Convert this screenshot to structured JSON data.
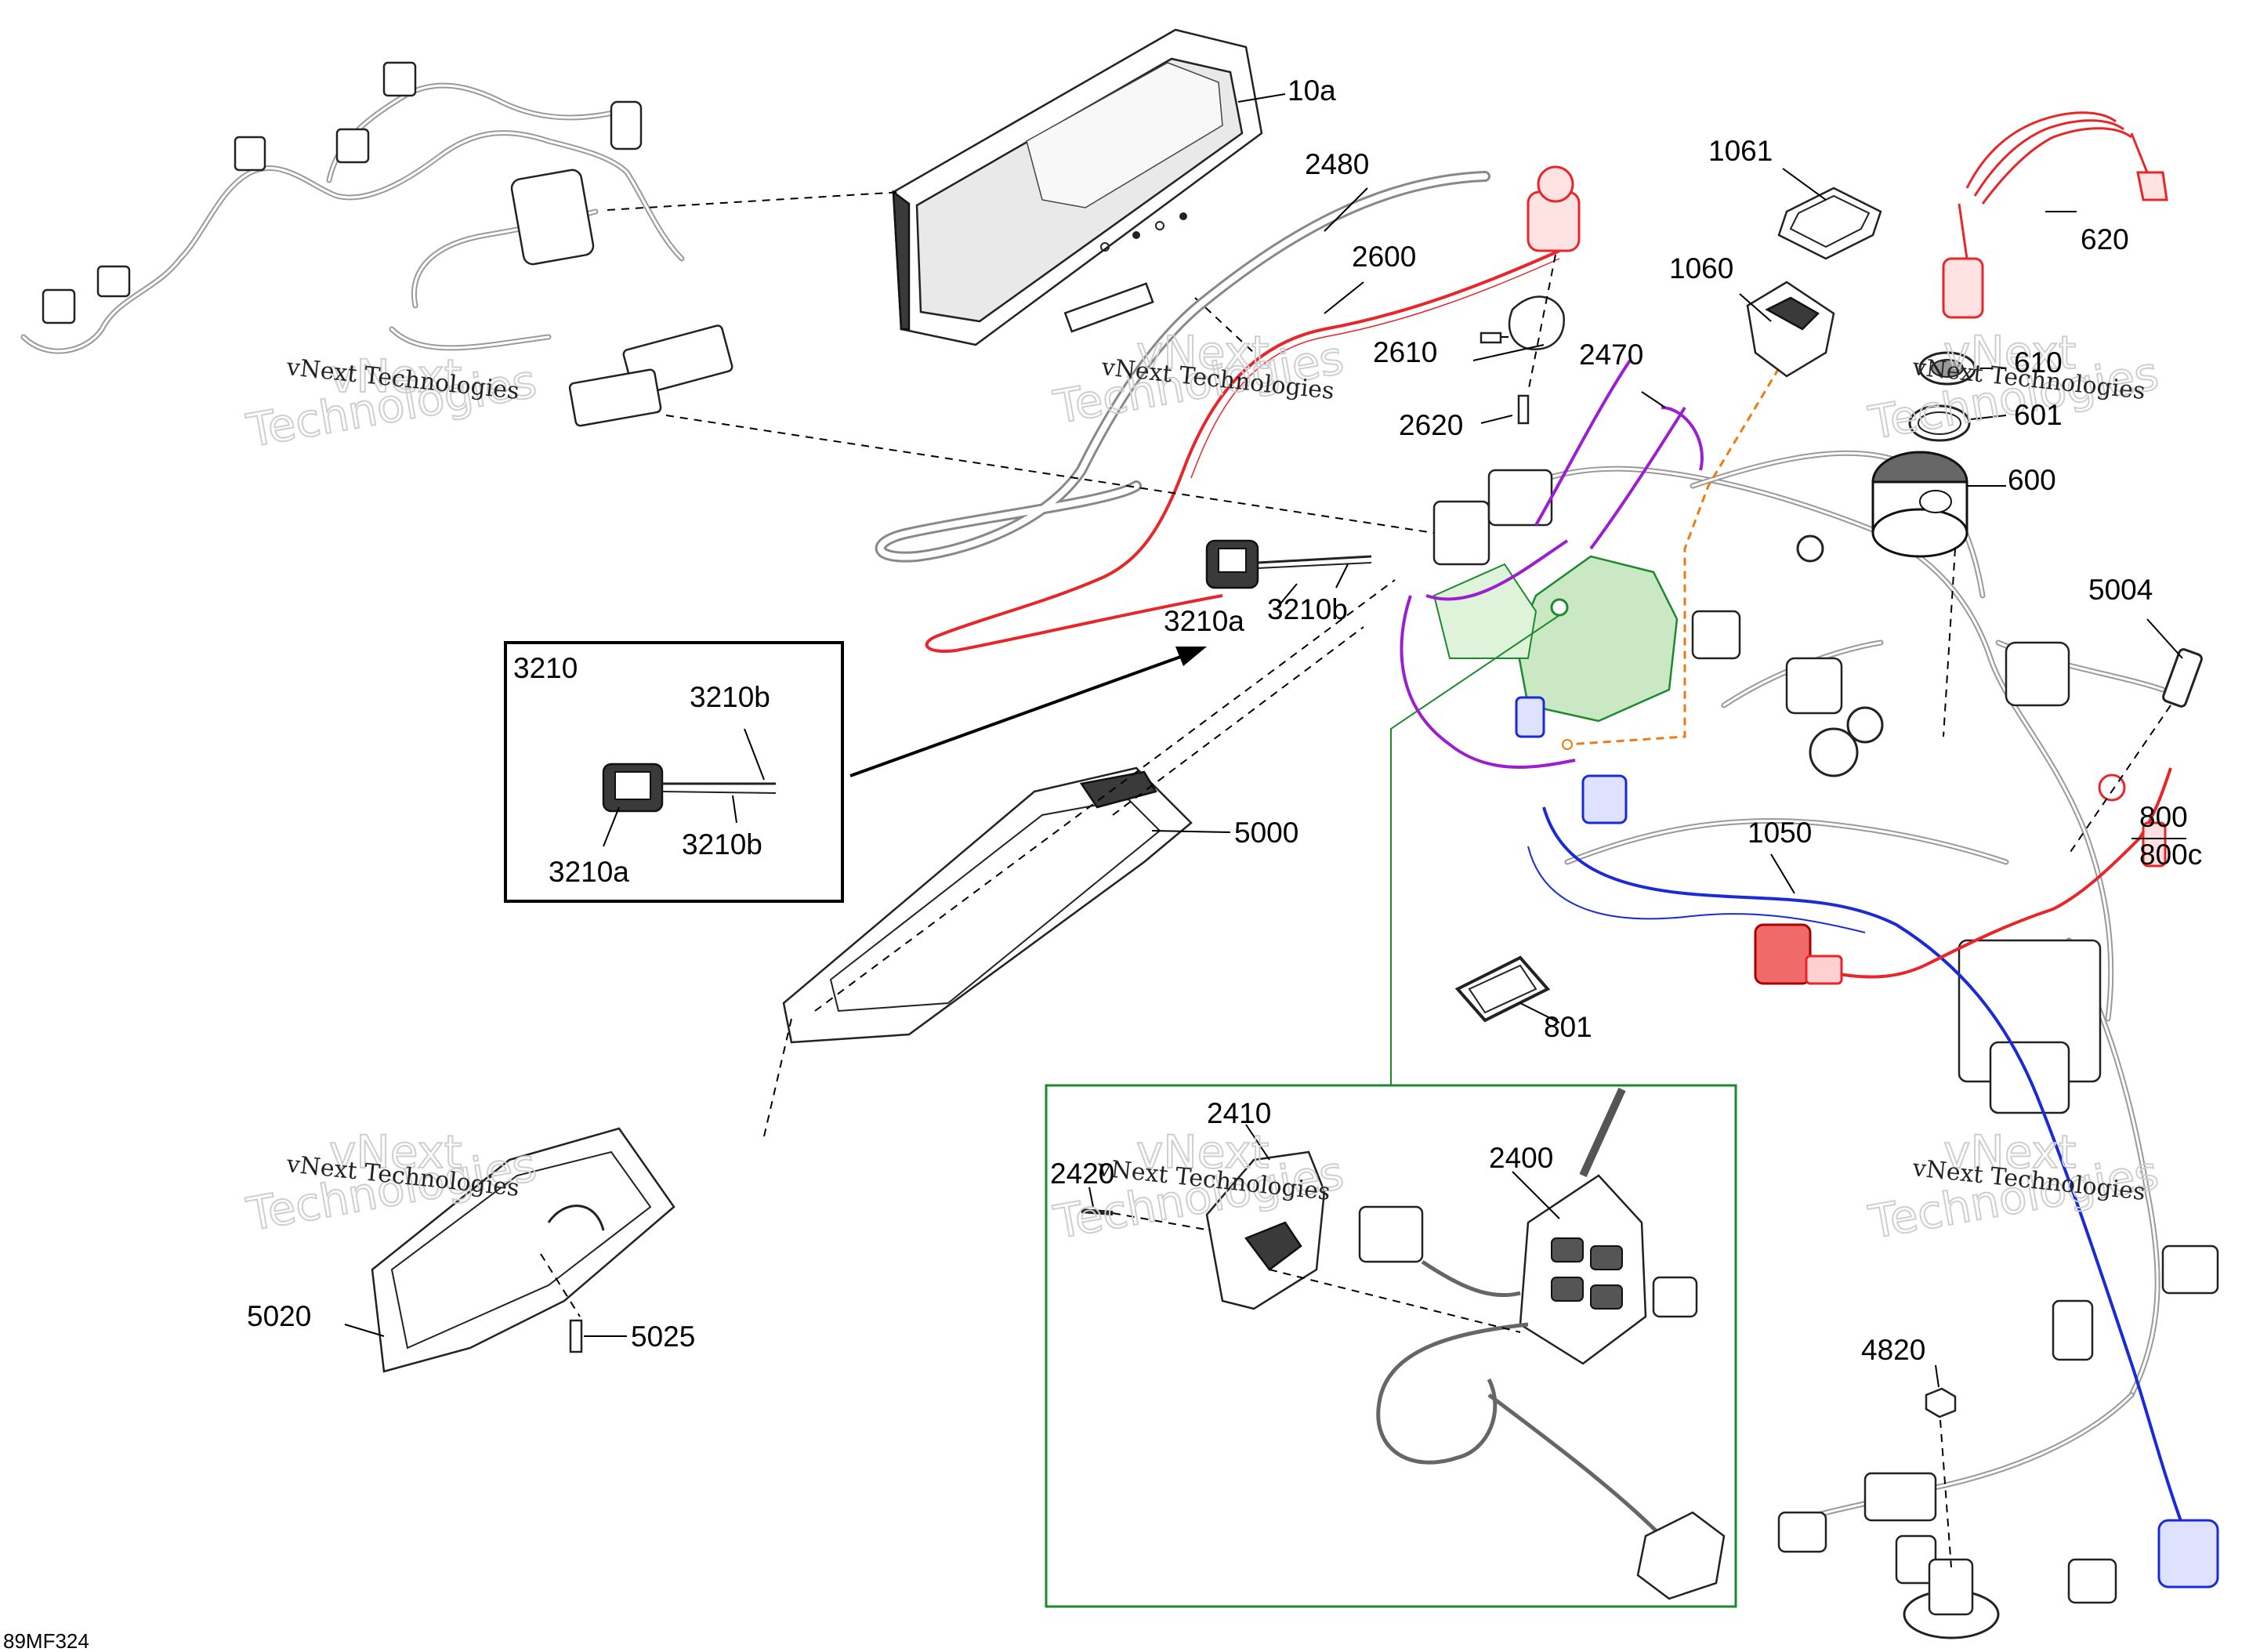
{
  "diagram": {
    "callouts": {
      "p10a": "10a",
      "p2480": "2480",
      "p2600": "2600",
      "p2610": "2610",
      "p2620": "2620",
      "p2470": "2470",
      "p1061": "1061",
      "p1060": "1060",
      "p620": "620",
      "p610": "610",
      "p601": "601",
      "p600": "600",
      "p5004": "5004",
      "p3210a": "3210a",
      "p3210b": "3210b",
      "p5000": "5000",
      "p1050": "1050",
      "p800": "800",
      "p800c": "800c",
      "p801": "801",
      "p5020": "5020",
      "p5025": "5025",
      "p2410": "2410",
      "p2420": "2420",
      "p2400": "2400",
      "p4820": "4820"
    },
    "inset_3210": {
      "title": "3210",
      "label_b_top": "3210b",
      "label_b_bottom": "3210b",
      "label_a": "3210a"
    },
    "watermark": {
      "line1": "vNext Technologies",
      "outline_top": "vNext",
      "outline_bottom": "Technologies"
    },
    "figure_code": "89MF324",
    "colors": {
      "red": "#e8262a",
      "purple": "#9b1fd1",
      "blue": "#1a2ad6",
      "green": "#1c8a2c",
      "orange": "#f07a10",
      "green_fill": "#c9e8c3"
    }
  }
}
